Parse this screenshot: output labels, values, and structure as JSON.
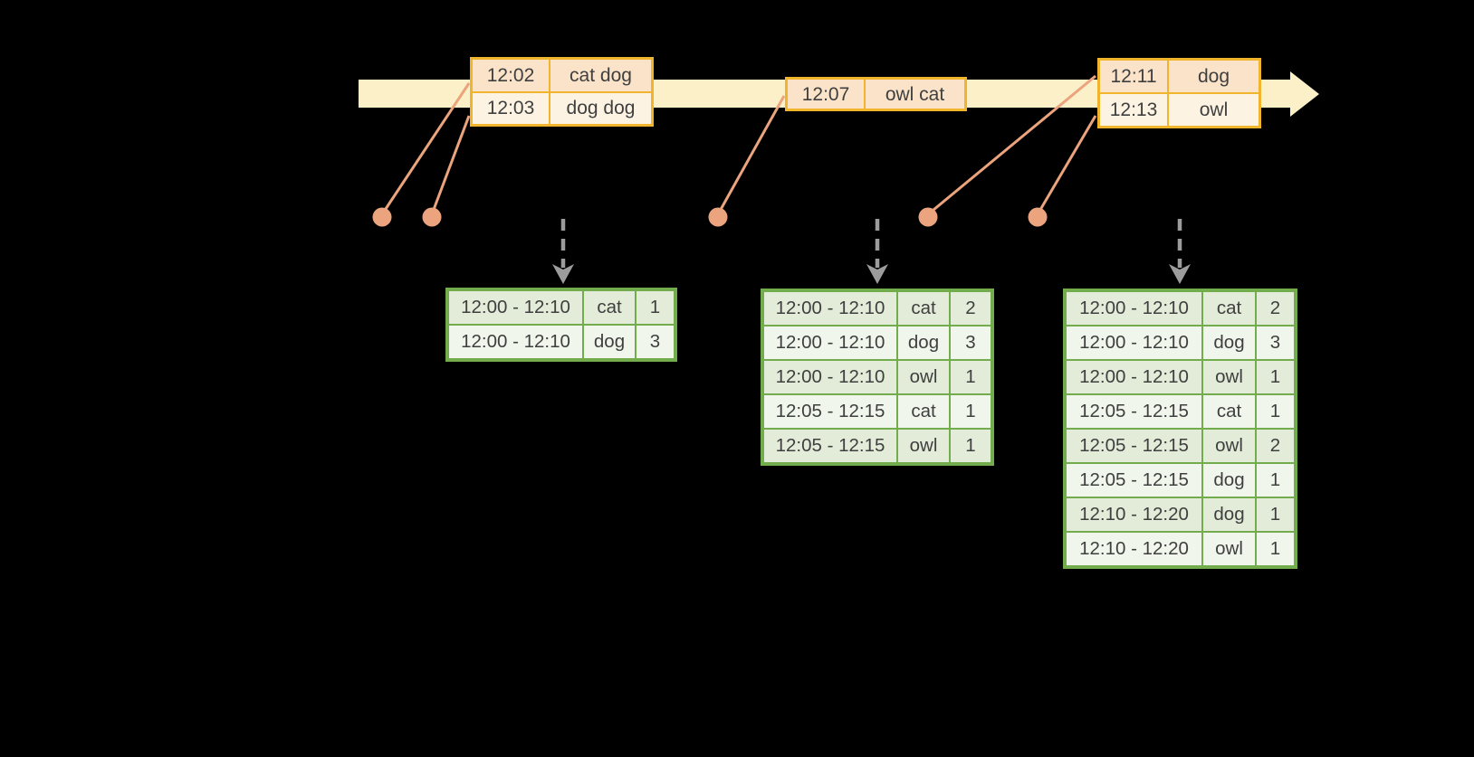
{
  "diagram": {
    "description_visible_elements": "event timeline with word events mapped to windowed grouped counts",
    "colors": {
      "background": "#000000",
      "timeline_fill": "#FBF0C8",
      "event_border": "#F0B42D",
      "event_row_peach": "#FAE3C8",
      "event_row_cream": "#FDF3E3",
      "connector": "#EBA47D",
      "flow_arrow": "#9C9C9C",
      "table_border": "#73AC4D",
      "table_row_dark": "#E3ECD8",
      "table_row_light": "#F1F6EC",
      "text": "#3F3F3F"
    },
    "icons": {
      "timeline_arrowhead": "arrow-right",
      "flow_arrow": "arrow-down",
      "event_marker": "dot"
    },
    "timeline_events": [
      {
        "rows": [
          {
            "time": "12:02",
            "words": "cat dog"
          },
          {
            "time": "12:03",
            "words": "dog dog"
          }
        ]
      },
      {
        "rows": [
          {
            "time": "12:07",
            "words": "owl cat"
          }
        ]
      },
      {
        "rows": [
          {
            "time": "12:11",
            "words": "dog"
          },
          {
            "time": "12:13",
            "words": "owl"
          }
        ]
      }
    ],
    "result_tables": [
      {
        "rows": [
          {
            "window": "12:00 - 12:10",
            "word": "cat",
            "count": "1"
          },
          {
            "window": "12:00 - 12:10",
            "word": "dog",
            "count": "3"
          }
        ]
      },
      {
        "rows": [
          {
            "window": "12:00 - 12:10",
            "word": "cat",
            "count": "2"
          },
          {
            "window": "12:00 - 12:10",
            "word": "dog",
            "count": "3"
          },
          {
            "window": "12:00 - 12:10",
            "word": "owl",
            "count": "1"
          },
          {
            "window": "12:05 - 12:15",
            "word": "cat",
            "count": "1"
          },
          {
            "window": "12:05 - 12:15",
            "word": "owl",
            "count": "1"
          }
        ]
      },
      {
        "rows": [
          {
            "window": "12:00 - 12:10",
            "word": "cat",
            "count": "2"
          },
          {
            "window": "12:00 - 12:10",
            "word": "dog",
            "count": "3"
          },
          {
            "window": "12:00 - 12:10",
            "word": "owl",
            "count": "1"
          },
          {
            "window": "12:05 - 12:15",
            "word": "cat",
            "count": "1"
          },
          {
            "window": "12:05 - 12:15",
            "word": "owl",
            "count": "2"
          },
          {
            "window": "12:05 - 12:15",
            "word": "dog",
            "count": "1"
          },
          {
            "window": "12:10 - 12:20",
            "word": "dog",
            "count": "1"
          },
          {
            "window": "12:10 - 12:20",
            "word": "owl",
            "count": "1"
          }
        ]
      }
    ]
  }
}
